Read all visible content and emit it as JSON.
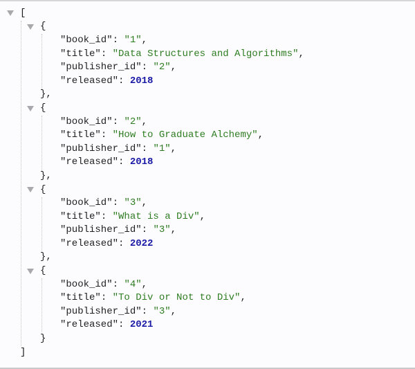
{
  "viewer": {
    "root_open": "[",
    "root_close": "]",
    "object_open": "{",
    "object_close_comma": "},",
    "object_close": "}",
    "colon": ": ",
    "comma": ","
  },
  "keys": {
    "book_id": "\"book_id\"",
    "title": "\"title\"",
    "publisher_id": "\"publisher_id\"",
    "released": "\"released\""
  },
  "books": [
    {
      "book_id": "\"1\"",
      "title": "\"Data Structures and Algorithms\"",
      "publisher_id": "\"2\"",
      "released": "2018"
    },
    {
      "book_id": "\"2\"",
      "title": "\"How to Graduate Alchemy\"",
      "publisher_id": "\"1\"",
      "released": "2018"
    },
    {
      "book_id": "\"3\"",
      "title": "\"What is a Div\"",
      "publisher_id": "\"3\"",
      "released": "2022"
    },
    {
      "book_id": "\"4\"",
      "title": "\"To Div or Not to Div\"",
      "publisher_id": "\"3\"",
      "released": "2021"
    }
  ],
  "colors": {
    "string": "#2e7d22",
    "number": "#1a1aa6",
    "key": "#1f1f1f",
    "toggle": "#a9a9ad",
    "background": "#fcfbfd"
  }
}
